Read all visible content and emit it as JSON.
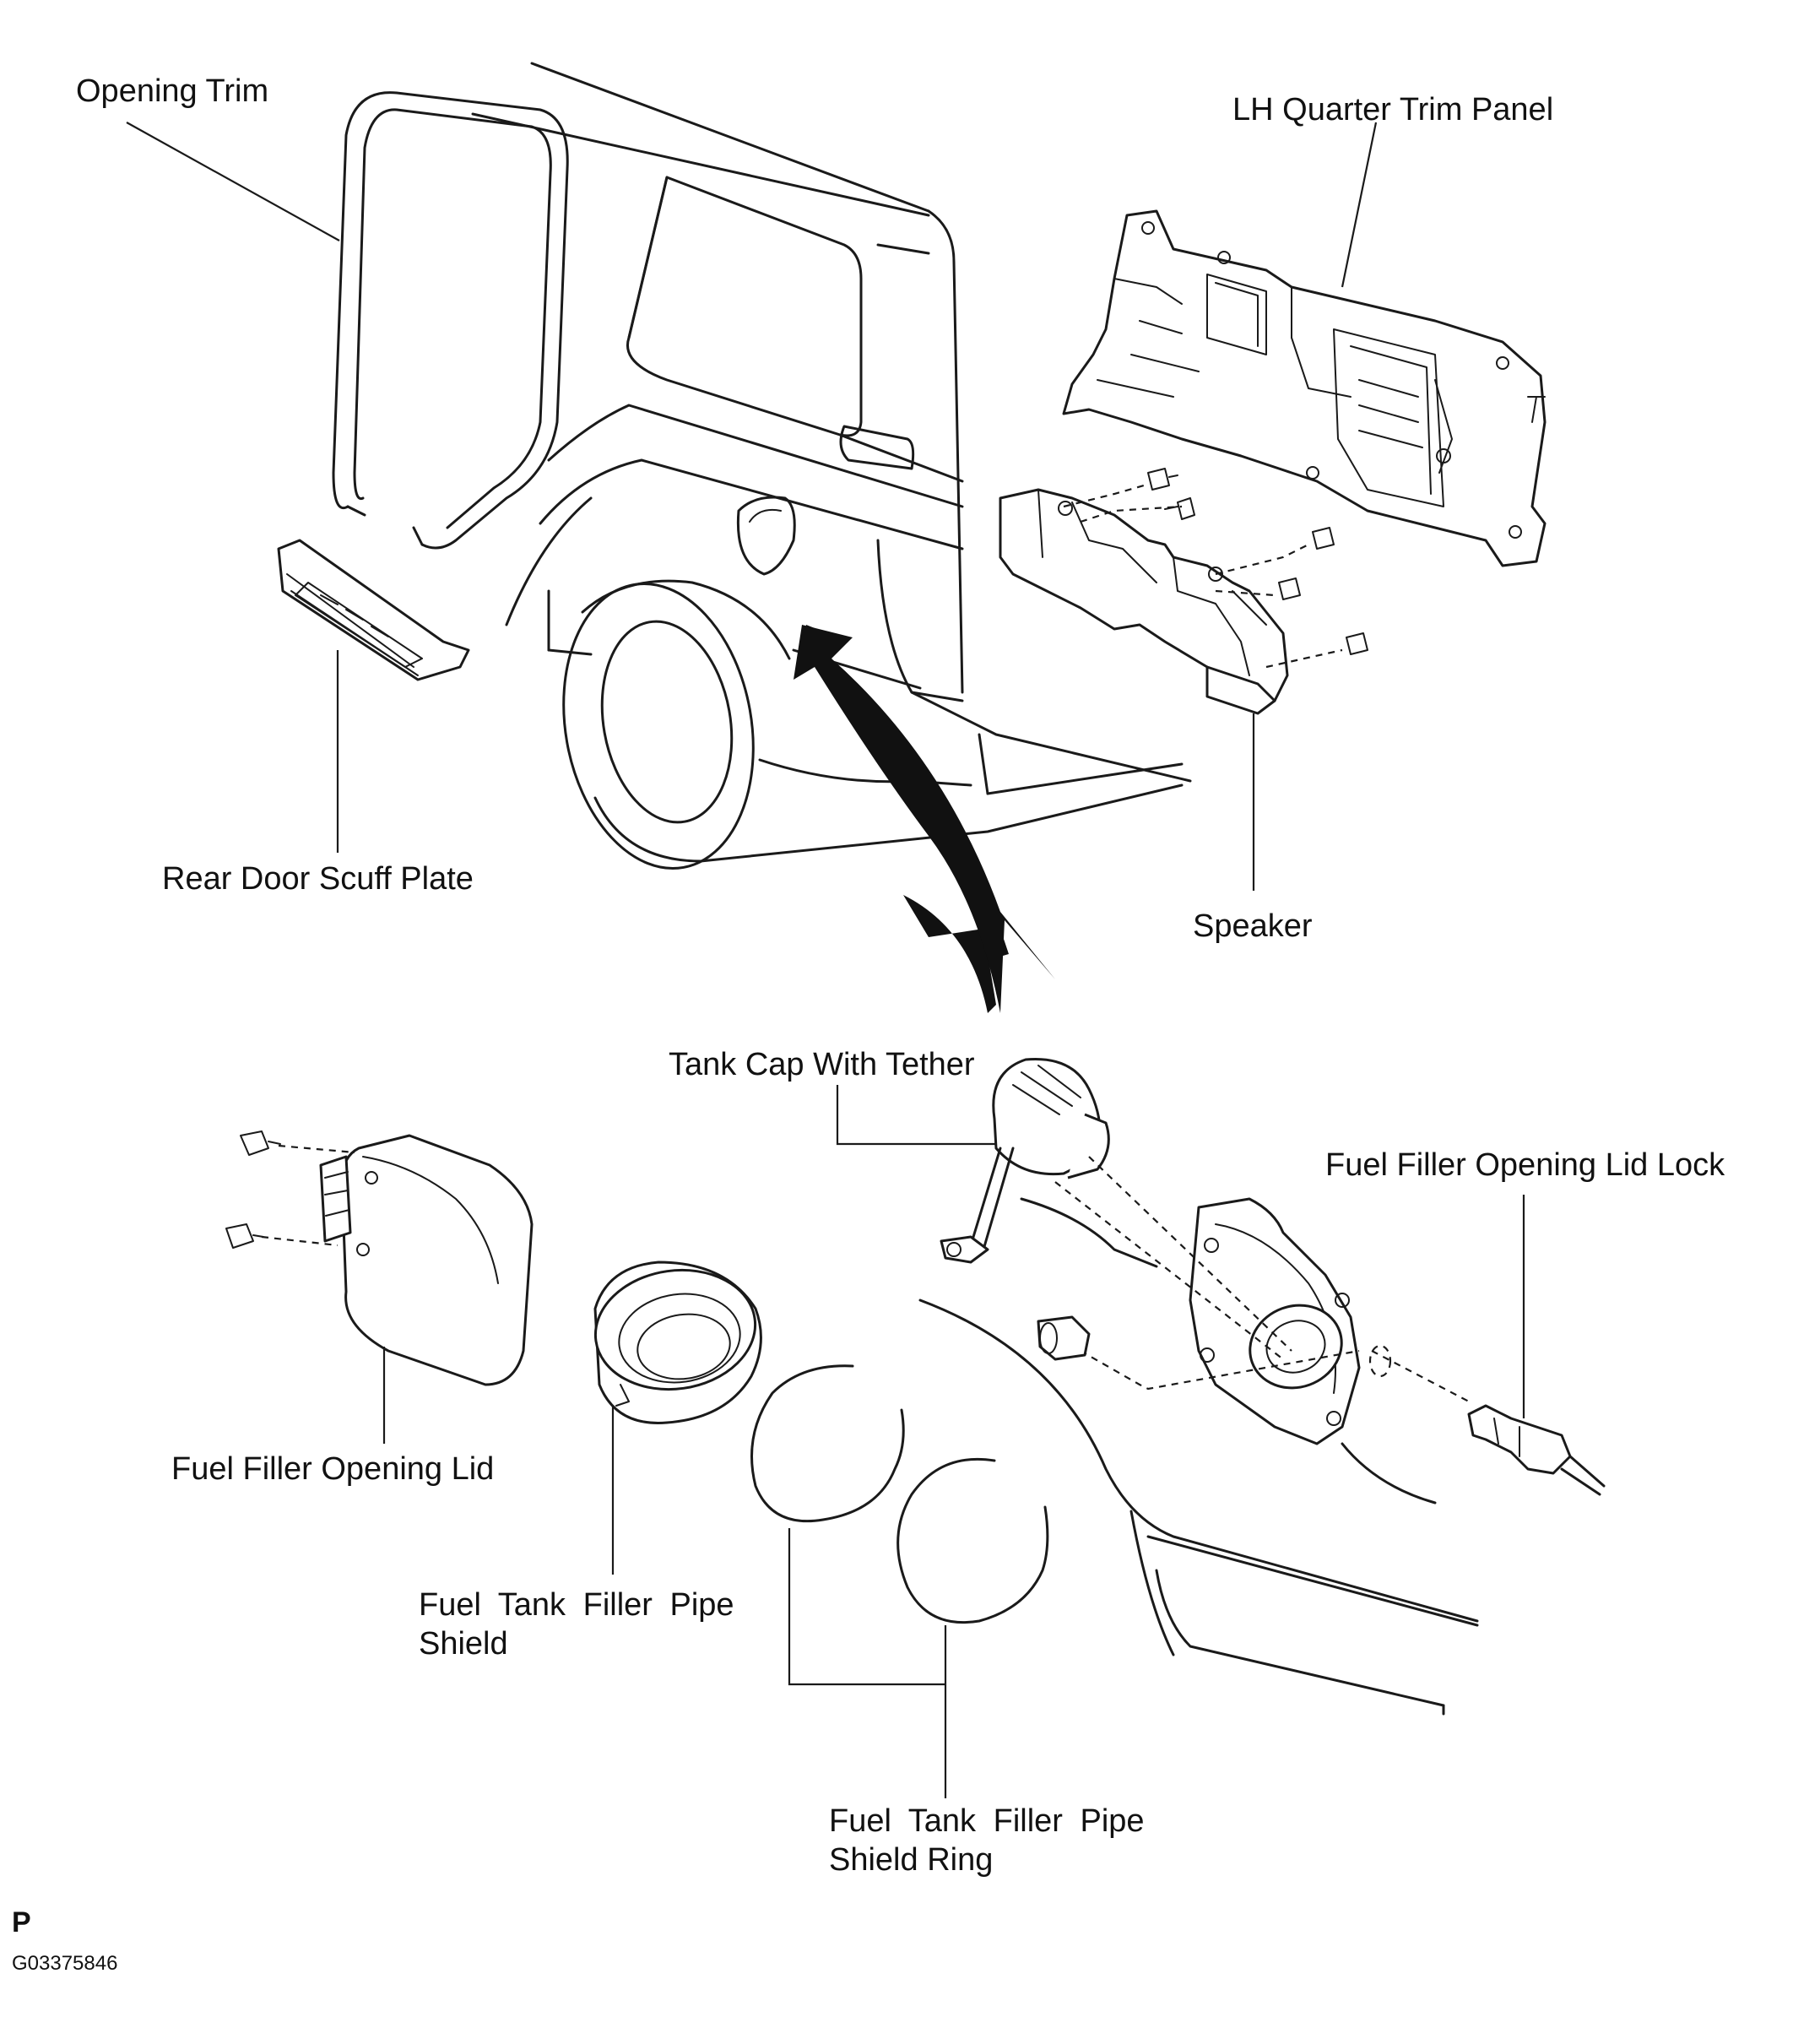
{
  "labels": {
    "opening_trim": "Opening Trim",
    "lh_quarter_trim_panel": "LH Quarter Trim Panel",
    "rear_door_scuff_plate": "Rear Door Scuff Plate",
    "speaker": "Speaker",
    "tank_cap_with_tether": "Tank Cap With Tether",
    "fuel_filler_opening_lid_lock": "Fuel Filler Opening Lid Lock",
    "fuel_filler_opening_lid": "Fuel Filler Opening Lid",
    "fuel_tank_filler_pipe_shield_line1": "Fuel Tank Filler Pipe",
    "fuel_tank_filler_pipe_shield_line2": "Shield",
    "fuel_tank_filler_pipe_shield_ring_line1": "Fuel Tank Filler Pipe",
    "fuel_tank_filler_pipe_shield_ring_line2": "Shield Ring"
  },
  "footer": {
    "section_letter": "P",
    "figure_code": "G03375846"
  },
  "colors": {
    "line": "#1a1a1a",
    "background": "#ffffff"
  }
}
